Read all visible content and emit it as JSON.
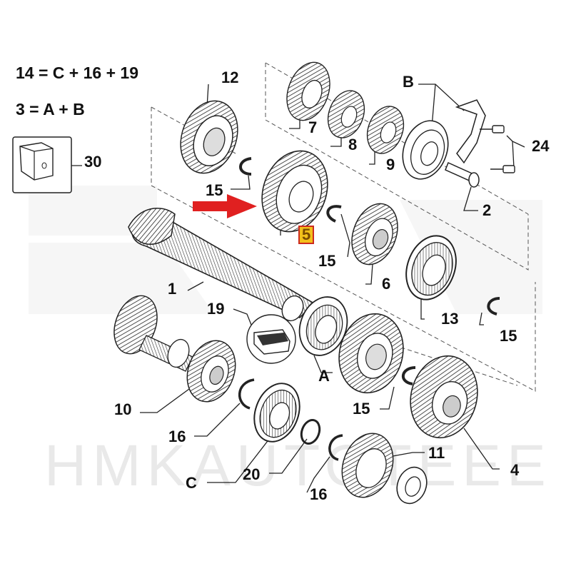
{
  "formulas": {
    "f1": "14 = C + 16 + 19",
    "f2": "3 = A + B"
  },
  "watermark": "HMKAUTOTEEE",
  "highlight_color": "#f3c01a",
  "arrow_color": "#e02020",
  "labels": {
    "l12": "12",
    "l7": "7",
    "lB": "B",
    "l8": "8",
    "l24": "24",
    "l9": "9",
    "l30": "30",
    "l15a": "15",
    "l2": "2",
    "l5": "5",
    "l15b": "15",
    "l1": "1",
    "l6": "6",
    "l13": "13",
    "l19": "19",
    "l15c": "15",
    "lA": "A",
    "l10": "10",
    "l15d": "15",
    "l16a": "16",
    "l11": "11",
    "lC": "C",
    "l20": "20",
    "l16b": "16",
    "l4": "4"
  }
}
